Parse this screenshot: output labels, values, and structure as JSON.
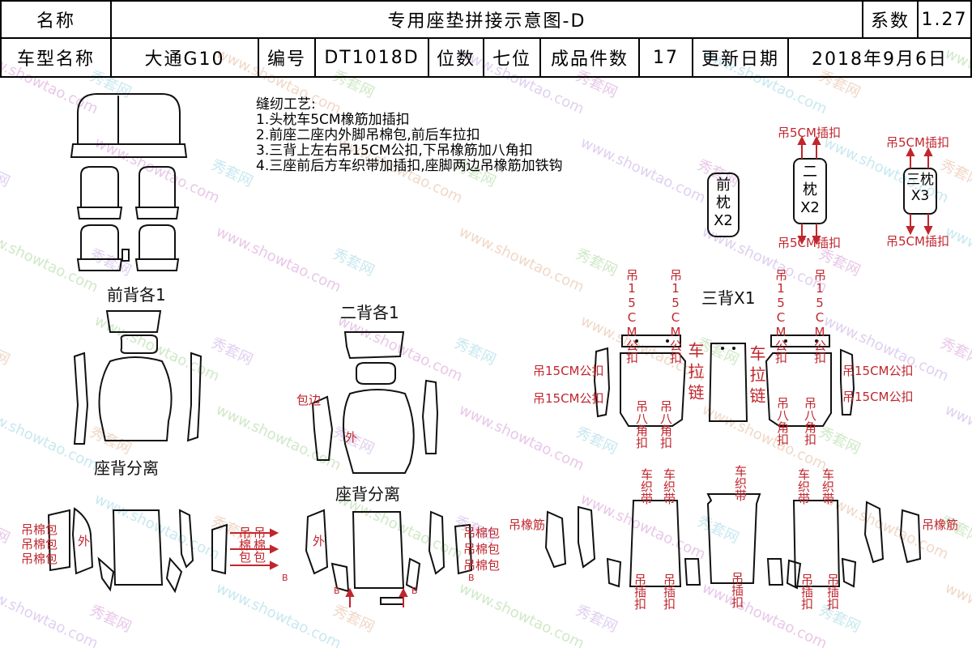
{
  "header": {
    "name_label": "名称",
    "title": "专用座垫拼接示意图-D",
    "coef_label": "系数",
    "coef_value": "1.27",
    "model_label": "车型名称",
    "model_value": "大通G10",
    "code_label": "编号",
    "code_value": "DT1018D",
    "seats_label": "位数",
    "seats_value": "七位",
    "pieces_label": "成品件数",
    "pieces_value": "17",
    "date_label": "更新日期",
    "date_value": "2018年9月6日"
  },
  "notes": {
    "title": "缝纫工艺:",
    "lines": [
      "1.头枕车5CM橡筋加插扣",
      "2.前座二座内外脚吊棉包,前后车拉扣",
      "3.三背上左右吊15CM公扣,下吊橡筋加八角扣",
      "4.三座前后方车织带加插扣,座脚两边吊橡筋加铁钩"
    ]
  },
  "labels": {
    "front_back": "前背各1",
    "second_back": "二背各1",
    "third_back": "三背X1",
    "seat_back_sep": "座背分离",
    "seat_back_sep2": "座背分离",
    "front_pillow": "前枕X2",
    "second_pillow": "二枕X2",
    "third_pillow": "三枕X3",
    "outer": "外",
    "binding": "包边",
    "hang5": "吊5CM插扣",
    "hang15": "吊15CM公扣",
    "zipper": "车拉链",
    "octa": "吊八角扣",
    "webbing": "车织带",
    "buckle": "吊插扣",
    "cotton": "吊棉包",
    "elastic": "吊橡筋",
    "b_mark": "B"
  },
  "watermark": {
    "site": "www.showtao.com",
    "brand": "秀套网"
  }
}
